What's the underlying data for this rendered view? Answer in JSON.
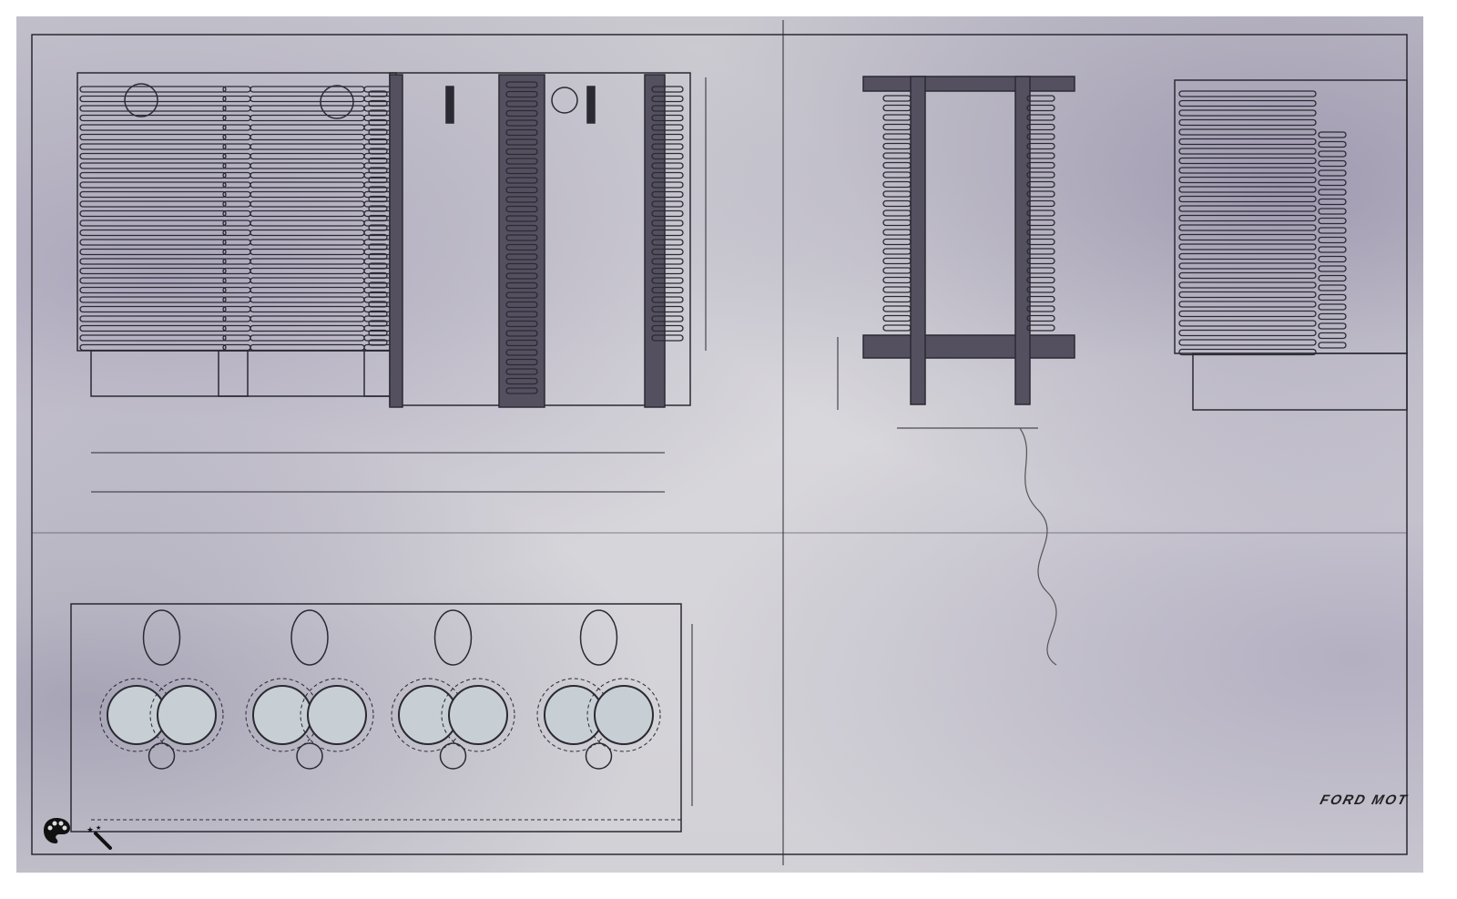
{
  "title_block": {
    "company_text": "FORD MOT"
  },
  "views": [
    "side-elevation",
    "cross-section",
    "end-section",
    "partial-elevation",
    "plan-view"
  ],
  "overlay": {
    "icons": [
      "palette-icon",
      "magic-wand-icon"
    ]
  },
  "colors": {
    "paper": "#d4d3d8",
    "ink": "#2a2a33",
    "section_hatch": "#555060"
  }
}
